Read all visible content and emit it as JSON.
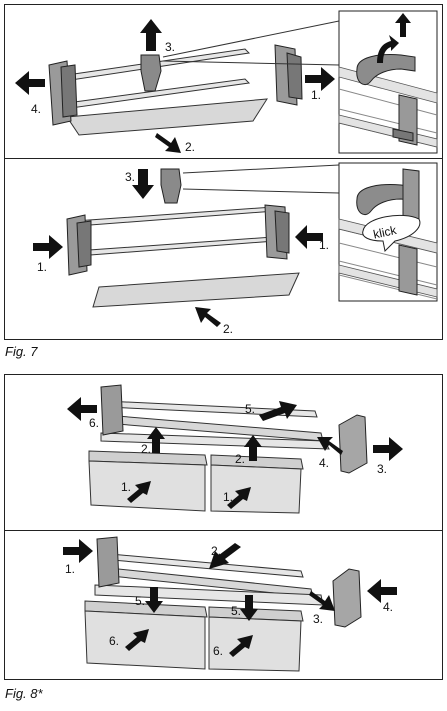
{
  "fig7": {
    "caption": "Fig. 7",
    "top_steps": {
      "s1": "1.",
      "s2": "2.",
      "s3": "3.",
      "s4": "4."
    },
    "bottom_steps": {
      "s1_left": "1.",
      "s1_right": "1.",
      "s2": "2.",
      "s3": "3."
    },
    "klick": "klick"
  },
  "fig8": {
    "caption": "Fig. 8*",
    "top_steps": {
      "s1_left": "1.",
      "s1_right": "1.",
      "s2_left": "2.",
      "s2_right": "2.",
      "s3": "3.",
      "s4": "4.",
      "s5": "5.",
      "s6": "6."
    },
    "bottom_steps": {
      "s1": "1.",
      "s2": "2.",
      "s3": "3.",
      "s4": "4.",
      "s5_left": "5.",
      "s5_right": "5.",
      "s6_left": "6.",
      "s6_right": "6."
    }
  }
}
